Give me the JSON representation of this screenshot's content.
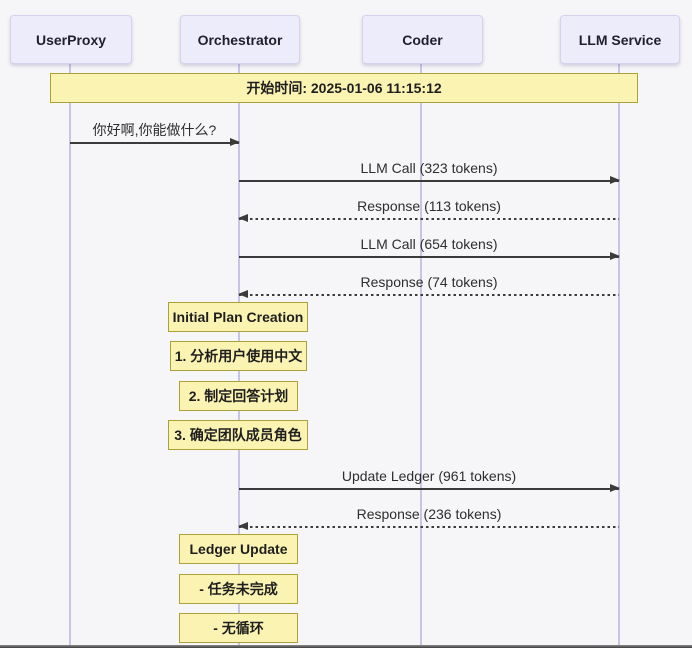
{
  "diagram_type": "sequence-diagram",
  "colors": {
    "background": "#F6F5F7",
    "actor_fill": "#EDECFA",
    "actor_border": "#D6D2EE",
    "note_fill": "#FBF3B2",
    "note_border": "#A9A23A",
    "lifeline": "#CBC2E4",
    "arrow": "#3B3B3B"
  },
  "participants": [
    {
      "label": "UserProxy"
    },
    {
      "label": "Orchestrator"
    },
    {
      "label": "Coder"
    },
    {
      "label": "LLM Service"
    }
  ],
  "start_note": {
    "label": "开始时间: 2025-01-06 11:15:12"
  },
  "messages": [
    {
      "label": "你好啊,你能做什么?",
      "from": "UserProxy",
      "to": "Orchestrator",
      "line": "solid"
    },
    {
      "label": "LLM Call (323 tokens)",
      "from": "Orchestrator",
      "to": "LLM Service",
      "line": "solid"
    },
    {
      "label": "Response (113 tokens)",
      "from": "LLM Service",
      "to": "Orchestrator",
      "line": "dashed"
    },
    {
      "label": "LLM Call (654 tokens)",
      "from": "Orchestrator",
      "to": "LLM Service",
      "line": "solid"
    },
    {
      "label": "Response (74 tokens)",
      "from": "LLM Service",
      "to": "Orchestrator",
      "line": "dashed"
    },
    {
      "label": "Update Ledger (961 tokens)",
      "from": "Orchestrator",
      "to": "LLM Service",
      "line": "solid"
    },
    {
      "label": "Response (236 tokens)",
      "from": "LLM Service",
      "to": "Orchestrator",
      "line": "dashed"
    }
  ],
  "plan_notes": [
    {
      "label": "Initial Plan Creation"
    },
    {
      "label": "1. 分析用户使用中文"
    },
    {
      "label": "2. 制定回答计划"
    },
    {
      "label": "3. 确定团队成员角色"
    }
  ],
  "ledger_notes": [
    {
      "label": "Ledger Update"
    },
    {
      "label": "- 任务未完成"
    },
    {
      "label": "- 无循环"
    }
  ]
}
